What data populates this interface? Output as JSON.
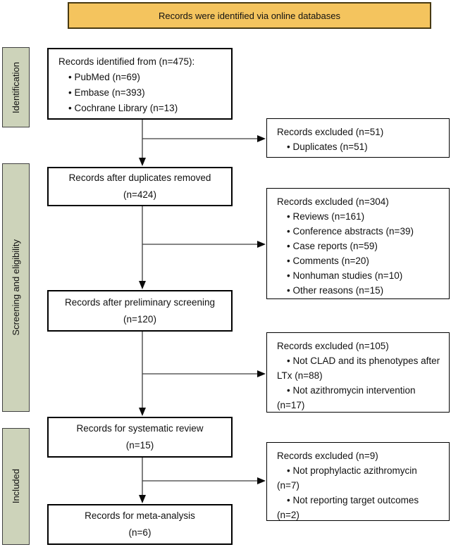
{
  "banner": {
    "label": "Records were identified via online databases"
  },
  "colors": {
    "banner_bg": "#f4c45e",
    "banner_border": "#483a12",
    "stage_bg": "#cdd3ba",
    "box_border": "#000000",
    "connector_line": "#3c3c3c"
  },
  "stages": [
    {
      "label": "Identification"
    },
    {
      "label": "Screening and eligibility"
    },
    {
      "label": "Included"
    }
  ],
  "main_boxes": [
    {
      "title": "Records identified from (n=475):",
      "bullets": [
        "PubMed (n=69)",
        "Embase (n=393)",
        "Cochrane Library (n=13)"
      ]
    },
    {
      "line1": "Records after duplicates removed",
      "line2": "(n=424)"
    },
    {
      "line1": "Records after preliminary screening",
      "line2": "(n=120)"
    },
    {
      "line1": "Records for systematic review",
      "line2": "(n=15)"
    },
    {
      "line1": "Records for meta-analysis",
      "line2": "(n=6)"
    }
  ],
  "exclusion_boxes": [
    {
      "title": "Records excluded (n=51)",
      "bullets": [
        "Duplicates (n=51)"
      ]
    },
    {
      "title": "Records excluded (n=304)",
      "bullets": [
        "Reviews (n=161)",
        "Conference abstracts (n=39)",
        "Case reports (n=59)",
        "Comments (n=20)",
        "Nonhuman studies (n=10)",
        "Other reasons (n=15)"
      ]
    },
    {
      "title": "Records excluded (n=105)",
      "bullets": [
        "Not CLAD and its phenotypes after LTx (n=88)",
        "Not azithromycin intervention (n=17)"
      ]
    },
    {
      "title": "Records excluded (n=9)",
      "bullets": [
        "Not prophylactic azithromycin (n=7)",
        "Not reporting target outcomes (n=2)"
      ]
    }
  ]
}
